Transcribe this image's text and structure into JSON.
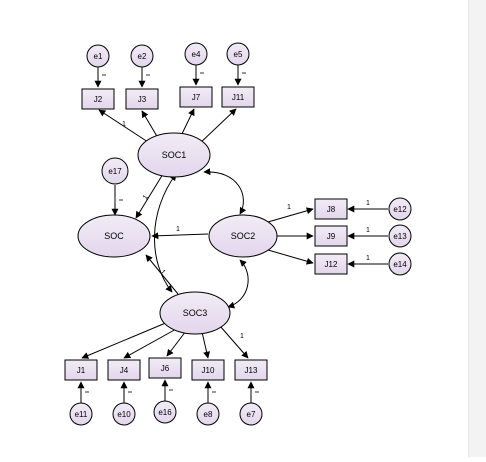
{
  "latent": {
    "soc1": "SOC1",
    "soc2": "SOC2",
    "soc3": "SOC3",
    "soc": "SOC"
  },
  "errors": {
    "e1": "e1",
    "e2": "e2",
    "e4": "e4",
    "e5": "e5",
    "e17": "e17",
    "e12": "e12",
    "e13": "e13",
    "e14": "e14",
    "e11": "e11",
    "e10": "e10",
    "e16": "e16",
    "e8": "e8",
    "e7": "e7"
  },
  "indicators": {
    "j2": "J2",
    "j3": "J3",
    "j7": "J7",
    "j11": "J11",
    "j8": "J8",
    "j9": "J9",
    "j12": "J12",
    "j1": "J1",
    "j4": "J4",
    "j6": "J6",
    "j10": "J10",
    "j13": "J13"
  },
  "path_label": "1",
  "colors": {
    "fill": "#e6dcee",
    "stroke": "#000000",
    "panel": "#f3f3f3"
  }
}
